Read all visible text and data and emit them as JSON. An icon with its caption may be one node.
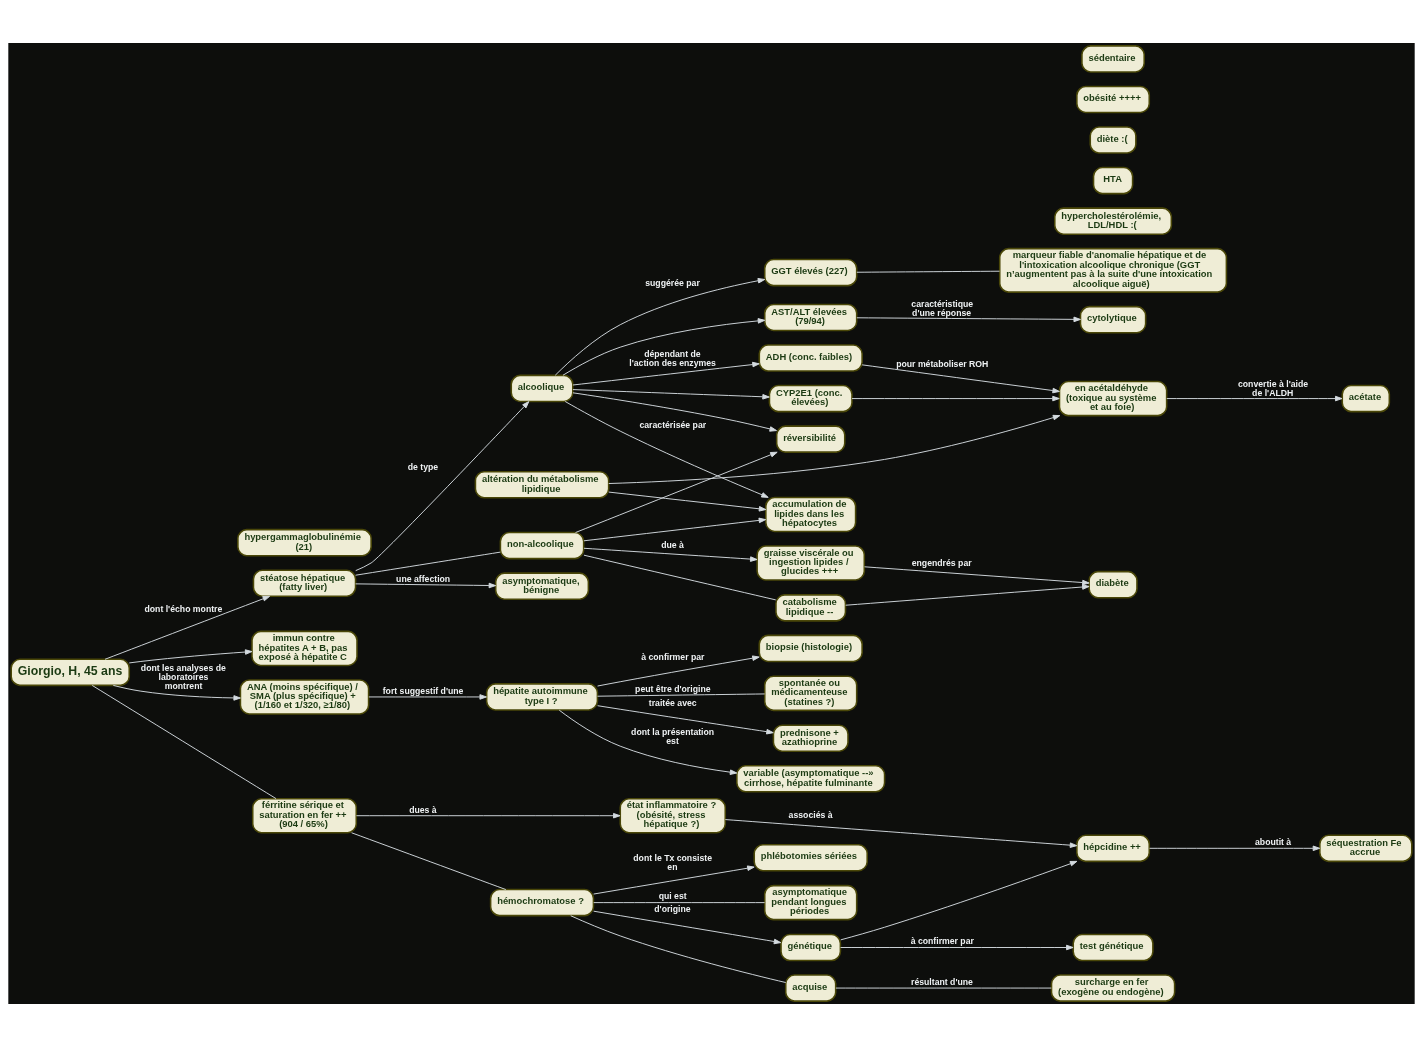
{
  "diagram": {
    "nodes": [
      {
        "text": [
          "GGT élevés (227)"
        ]
      },
      {
        "text": [
          "marqueur fiable d'anomalie hépatique et de l'intoxication alcoolique chronique (GGT n’augmentent pas à la suite d'une intoxication alcoolique aiguë)"
        ]
      },
      {
        "text": [
          "AST/ALT élevées (79/94)"
        ]
      },
      {
        "text": [
          "cytolytique"
        ]
      },
      {
        "text": [
          "ADH (conc. faibles)"
        ]
      },
      {
        "text": [
          "asymptomatique, bénigne"
        ]
      },
      {
        "text": [
          "stéatose hépatique (fatty liver)"
        ]
      },
      {
        "text": [
          "alcoolique"
        ]
      },
      {
        "text": [
          "en acétaldéhyde (toxique au système et au foie)"
        ]
      },
      {
        "text": [
          "acétate"
        ]
      },
      {
        "text": [
          "CYP2E1 (conc. élevées)"
        ]
      },
      {
        "text": [
          "accumulation de lipides dans les hépatocytes"
        ]
      },
      {
        "text": [
          "altération du métabolisme lipidique"
        ]
      },
      {
        "text": [
          "réversibilité"
        ]
      },
      {
        "text": [
          "hypercholestérolémie, LDL/HDL :("
        ]
      },
      {
        "text": [
          "graisse viscérale ou ingestion lipides / glucides +++"
        ]
      },
      {
        "text": [
          "non-alcoolique"
        ]
      },
      {
        "text": [
          "diabète"
        ]
      },
      {
        "text": [
          "HTA"
        ]
      },
      {
        "text": [
          "diète :("
        ]
      },
      {
        "text": [
          "obésité ++++"
        ]
      },
      {
        "text": [
          "sédentaire"
        ]
      },
      {
        "text": [
          "catabolisme lipidique --"
        ]
      },
      {
        "text": [
          "prednisone + azathioprine"
        ]
      },
      {
        "text": [
          "variable (asymptomatique --» cirrhose, hépatite fulminante"
        ]
      },
      {
        "text": [
          "immun contre hépatites A + B, pas exposé à hépatite C"
        ]
      },
      {
        "text": [
          "Giorgio, H, 45 ans"
        ]
      },
      {
        "text": [
          "ANA (moins spécifique) / SMA (plus spécifique) + (1/160 et 1/320, ≥1/80)"
        ]
      },
      {
        "text": [
          "hépatite autoimmune type I ?"
        ]
      },
      {
        "text": [
          "biopsie (histologie)"
        ]
      },
      {
        "text": [
          "hypergammaglobulinémie (21)"
        ]
      },
      {
        "text": [
          "spontanée ou médicamenteuse (statines ?)"
        ]
      },
      {
        "text": [
          "férritine sérique et saturation en fer ++ (904 / 65%)"
        ]
      },
      {
        "text": [
          "séquestration Fe accrue"
        ]
      },
      {
        "text": [
          "état inflammatoire ? (obésité, stress hépatique ?)"
        ]
      },
      {
        "text": [
          "hépcidine ++"
        ]
      },
      {
        "text": [
          "hémochromatose ?"
        ]
      },
      {
        "text": [
          "génétique"
        ]
      },
      {
        "text": [
          "test génétique"
        ]
      },
      {
        "text": [
          "acquise"
        ]
      },
      {
        "text": [
          "phlébotomies sériées"
        ]
      },
      {
        "text": [
          "asymptomatique pendant longues périodes"
        ]
      },
      {
        "text": [
          "surcharge en fer (exogène ou endogène)"
        ]
      }
    ],
    "edges": [
      {
        "from": 6,
        "to": 5,
        "arrow": "to",
        "label": "une affection"
      },
      {
        "from": 6,
        "to": 7,
        "arrow": "to",
        "label": "de type"
      },
      {
        "from": 6,
        "to": 16,
        "arrow": "none"
      },
      {
        "from": 7,
        "to": 0,
        "arrow": "to",
        "label": "suggérée par"
      },
      {
        "from": 7,
        "to": 2,
        "arrow": "to"
      },
      {
        "from": 0,
        "to": 1,
        "arrow": "none"
      },
      {
        "from": 2,
        "to": 3,
        "arrow": "to",
        "label": "caractéristique d'une réponse"
      },
      {
        "from": 7,
        "to": 4,
        "arrow": "to",
        "label": "dépendant de l'action des enzymes"
      },
      {
        "from": 7,
        "to": 10,
        "arrow": "to"
      },
      {
        "from": 4,
        "to": 8,
        "arrow": "to",
        "label": "pour métaboliser ROH"
      },
      {
        "from": 10,
        "to": 8,
        "arrow": "to"
      },
      {
        "from": 12,
        "to": 8,
        "arrow": "to"
      },
      {
        "from": 8,
        "to": 9,
        "arrow": "to",
        "label": "convertie à l'aide de l'ALDH"
      },
      {
        "from": 12,
        "to": 11,
        "arrow": "to"
      },
      {
        "from": 7,
        "to": 11,
        "arrow": "to",
        "label": "caractérisée par"
      },
      {
        "from": 7,
        "to": 13,
        "arrow": "to"
      },
      {
        "from": 16,
        "to": 11,
        "arrow": "to"
      },
      {
        "from": 16,
        "to": 13,
        "arrow": "to"
      },
      {
        "from": 16,
        "to": 15,
        "arrow": "to",
        "label": "due à"
      },
      {
        "from": 16,
        "to": 22,
        "arrow": "none"
      },
      {
        "from": 15,
        "to": 17,
        "arrow": "to",
        "label": "engendrés par"
      },
      {
        "from": 22,
        "to": 17,
        "arrow": "to"
      },
      {
        "from": 26,
        "to": 6,
        "arrow": "to",
        "label": "dont l'écho montre"
      },
      {
        "from": 26,
        "to": 25,
        "arrow": "to"
      },
      {
        "from": 26,
        "to": 27,
        "arrow": "to",
        "label": "dont les analyses de laboratoires montrent"
      },
      {
        "from": 26,
        "to": 32,
        "arrow": "none"
      },
      {
        "from": 27,
        "to": 28,
        "arrow": "to",
        "label": "fort suggestif d'une"
      },
      {
        "from": 28,
        "to": 23,
        "arrow": "to",
        "label": "traitée avec"
      },
      {
        "from": 28,
        "to": 24,
        "arrow": "to",
        "label": "dont la présentation est"
      },
      {
        "from": 28,
        "to": 29,
        "arrow": "to",
        "label": "à confirmer par"
      },
      {
        "from": 28,
        "to": 31,
        "arrow": "none",
        "label": "peut être d'origine"
      },
      {
        "from": 32,
        "to": 34,
        "arrow": "to",
        "label": "dues à"
      },
      {
        "from": 32,
        "to": 36,
        "arrow": "none"
      },
      {
        "from": 34,
        "to": 35,
        "arrow": "to",
        "label": "associés à"
      },
      {
        "from": 37,
        "to": 35,
        "arrow": "to"
      },
      {
        "from": 35,
        "to": 33,
        "arrow": "to",
        "label": "aboutit à"
      },
      {
        "from": 36,
        "to": 37,
        "arrow": "to",
        "label": "d'origine"
      },
      {
        "from": 36,
        "to": 39,
        "arrow": "none"
      },
      {
        "from": 37,
        "to": 38,
        "arrow": "to",
        "label": "à confirmer par"
      },
      {
        "from": 39,
        "to": 42,
        "arrow": "none",
        "label": "résultant d'une"
      },
      {
        "from": 36,
        "to": 40,
        "arrow": "to",
        "label": "dont le Tx consiste en"
      },
      {
        "from": 36,
        "to": 41,
        "arrow": "none",
        "label": "qui est"
      }
    ]
  }
}
